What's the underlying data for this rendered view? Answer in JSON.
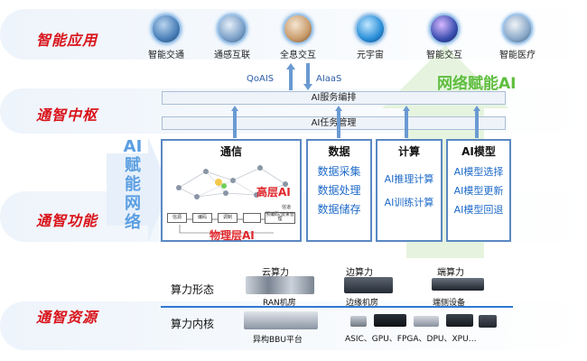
{
  "layers": {
    "app": "智能应用",
    "hub": "通智中枢",
    "func": "通智功能",
    "res": "通智资源"
  },
  "apps": [
    {
      "label": "智能交通",
      "icon": "traffic-icon",
      "color": "#4a7fb8"
    },
    {
      "label": "通感互联",
      "icon": "sensing-icon",
      "color": "#7aa0c8"
    },
    {
      "label": "全息交互",
      "icon": "hologram-icon",
      "color": "#c89a6a"
    },
    {
      "label": "元宇宙",
      "icon": "metaverse-icon",
      "color": "#2a8fd8"
    },
    {
      "label": "智能交互",
      "icon": "interaction-icon",
      "color": "#3a4fb0"
    },
    {
      "label": "智能医疗",
      "icon": "medical-icon",
      "color": "#8aa8c8"
    }
  ],
  "hub": {
    "qoais": "QoAIS",
    "aiaas": "AIaaS",
    "service": "AI服务编排",
    "task": "AI任务管理",
    "network_ai": "网络赋能AI"
  },
  "ai_empower": [
    "AI",
    "赋",
    "能",
    "网",
    "络"
  ],
  "panels": {
    "comm": {
      "title": "通信",
      "high": "高层AI",
      "physical": "物理层AI",
      "nodes": [
        "信源",
        "编码",
        "调制",
        "",
        "信道"
      ],
      "node_detail": "预编码/波束管理"
    },
    "data": {
      "title": "数据",
      "items": [
        "数据采集",
        "数据处理",
        "数据储存"
      ]
    },
    "compute": {
      "title": "计算",
      "items": [
        "AI推理计算",
        "AI训练计算"
      ]
    },
    "model": {
      "title": "AI模型",
      "items": [
        "AI模型选择",
        "AI模型更新",
        "AI模型回退"
      ]
    }
  },
  "resources": {
    "form_label": "算力形态",
    "core_label": "算力内核",
    "cloud": "云算力",
    "ran": "RAN机房",
    "edge": "边算力",
    "edge_room": "边缘机房",
    "terminal": "端算力",
    "terminal_dev": "端侧设备",
    "bbu": "异构BBU平台",
    "chips": "ASIC、GPU、FPGA、DPU、XPU…"
  }
}
